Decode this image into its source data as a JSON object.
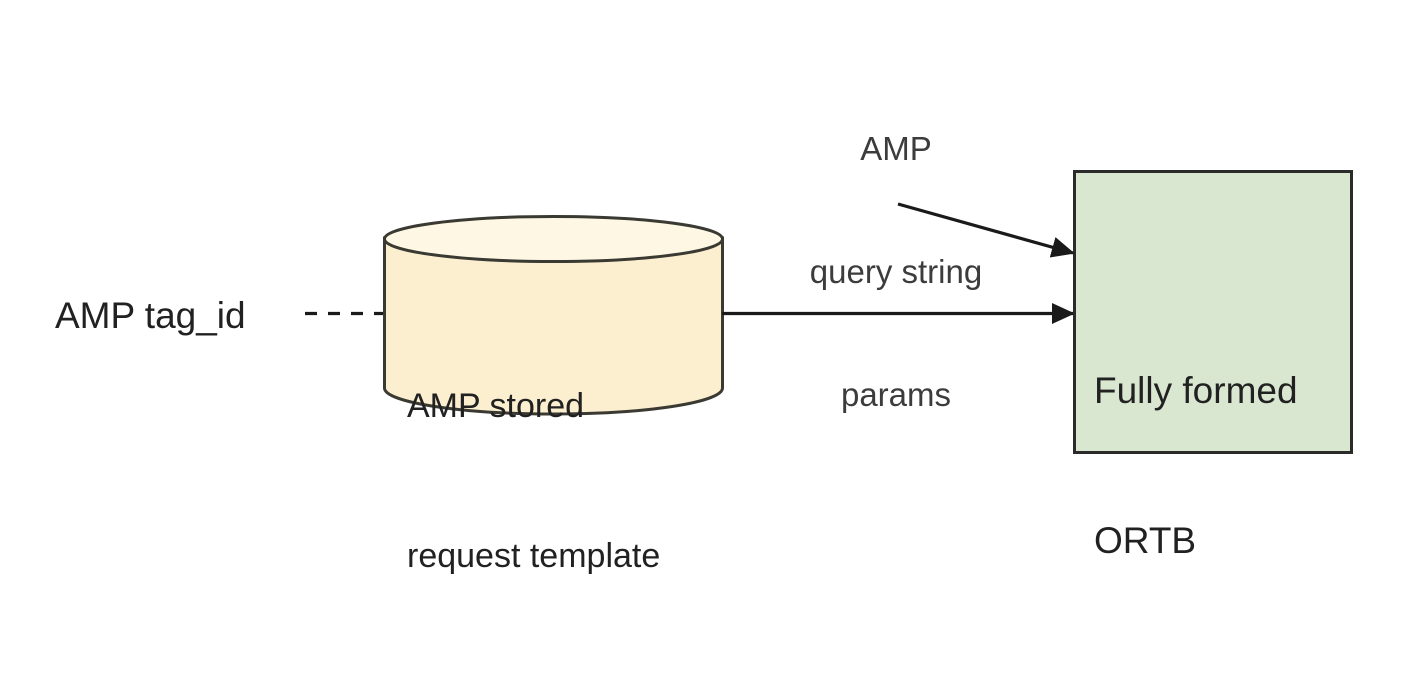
{
  "diagram": {
    "type": "flow-diagram",
    "background_color": "#ffffff",
    "nodes": [
      {
        "id": "amp-tag-id",
        "kind": "text-label",
        "text": "AMP tag_id",
        "text_color": "#212121"
      },
      {
        "id": "amp-stored-request-template",
        "kind": "cylinder",
        "line1": "AMP stored",
        "line2": "request template",
        "fill_color": "#FBEFD0",
        "top_fill_color": "#FDF7E4",
        "stroke_color": "#3a3a33",
        "text_color": "#1a1a1a"
      },
      {
        "id": "fully-formed-ortb",
        "kind": "rectangle",
        "line1": "Fully formed",
        "line2": "ORTB",
        "fill_color": "#D9E7D1",
        "stroke_color": "#2b2b2b",
        "text_color": "#1a1a1a"
      },
      {
        "id": "amp-query-string-params",
        "kind": "text-label",
        "line1": "AMP",
        "line2": "query string",
        "line3": "params",
        "text_color": "#3c3c3c"
      }
    ],
    "edges": [
      {
        "id": "tagid-to-cylinder",
        "style": "dashed",
        "arrowhead": "none",
        "from": "amp-tag-id",
        "to": "amp-stored-request-template",
        "stroke_color": "#1a1a1a"
      },
      {
        "id": "cylinder-to-ortb",
        "style": "solid",
        "arrowhead": "filled-triangle",
        "from": "amp-stored-request-template",
        "to": "fully-formed-ortb",
        "stroke_color": "#1a1a1a"
      },
      {
        "id": "params-to-ortb",
        "style": "solid",
        "arrowhead": "filled-triangle",
        "from": "amp-query-string-params",
        "to": "fully-formed-ortb",
        "stroke_color": "#1a1a1a"
      }
    ]
  }
}
